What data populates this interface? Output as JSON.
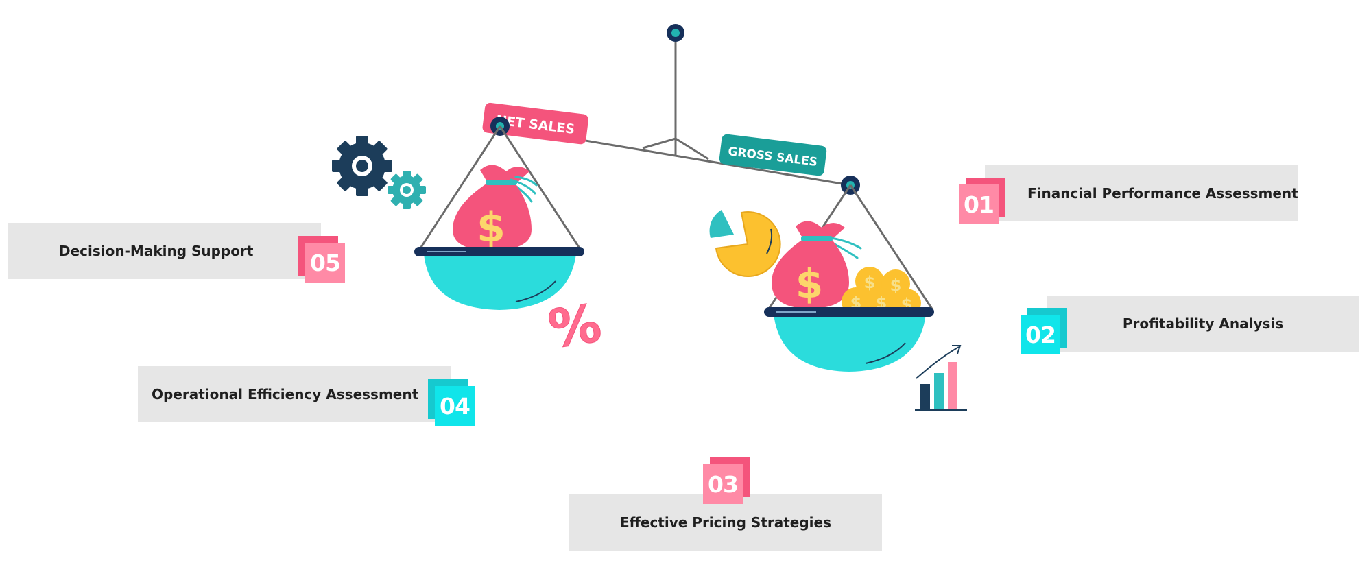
{
  "scale": {
    "left_tag": "NET SALES",
    "right_tag": "GROSS SALES",
    "percent_symbol": "%",
    "dollar_symbol": "$"
  },
  "items": [
    {
      "number": "01",
      "label": "Financial Performance Assessment",
      "color": "#f4547c",
      "color_light": "#ff8aa6"
    },
    {
      "number": "02",
      "label": "Profitability Analysis",
      "color": "#16c9cf",
      "color_light": "#10e5ea"
    },
    {
      "number": "03",
      "label": "Effective Pricing Strategies",
      "color": "#f4547c",
      "color_light": "#ff8aa6"
    },
    {
      "number": "04",
      "label": "Operational Efficiency Assessment",
      "color": "#16c9cf",
      "color_light": "#10e5ea"
    },
    {
      "number": "05",
      "label": "Decision-Making Support",
      "color": "#f4547c",
      "color_light": "#ff8aa6"
    }
  ],
  "palette": {
    "navy": "#1c3d5a",
    "teal": "#2bdcdc",
    "pink": "#f4547c",
    "yellow": "#fcc12f",
    "dark_teal": "#1a9e98"
  }
}
